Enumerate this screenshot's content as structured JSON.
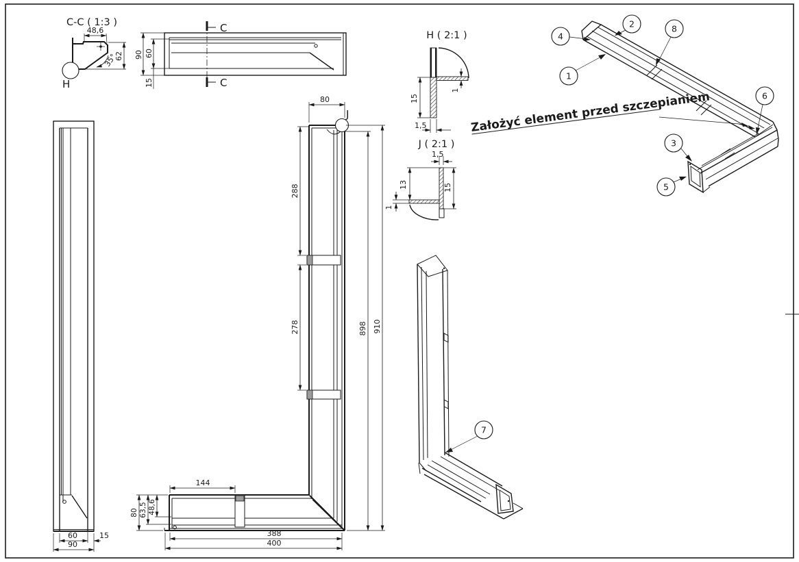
{
  "sheet": {
    "background": "#ffffff",
    "line_color": "#1a1a1a",
    "tab_fill": "#9c9c9c"
  },
  "note": {
    "text": "Założyć element przed szczepianiem"
  },
  "sections": {
    "cc": {
      "title": "C-C ( 1:3 )",
      "detail_marker": "H",
      "width": "48,6",
      "height": "62",
      "angle": "35°"
    },
    "top_view": {
      "section_letter": "C",
      "overall_depth": "90",
      "inner_depth": "60",
      "flange": "15"
    },
    "detail_h": {
      "title": "H ( 2:1 )",
      "depth": "15",
      "sheet_thickness": "1,5",
      "lip": "1"
    },
    "detail_j": {
      "title": "J ( 2:1 )",
      "sheet_thickness": "1,5",
      "left_depth": "13",
      "right_depth": "15",
      "lip": "1"
    },
    "side_view": {
      "inner_width": "60",
      "flange": "15",
      "overall_width": "90"
    },
    "front_view": {
      "detail_marker": "J",
      "top_width": "80",
      "upper_bar_span": "288",
      "lower_bar_span": "278",
      "inner_height": "898",
      "overall_height": "910",
      "tab_offset": "144",
      "arm_height": "80",
      "arm_mid": "63,5",
      "arm_lip": "48,6",
      "inner_width": "388",
      "overall_width": "400"
    }
  },
  "balloons": {
    "b1": "1",
    "b2": "2",
    "b3": "3",
    "b4": "4",
    "b5": "5",
    "b6": "6",
    "b7": "7",
    "b8": "8"
  }
}
